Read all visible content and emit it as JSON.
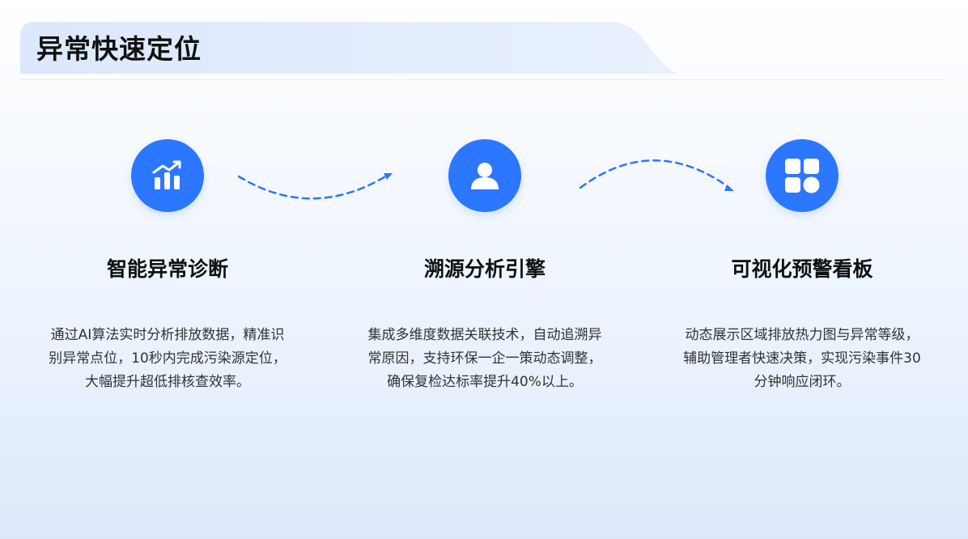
{
  "header": {
    "title": "异常快速定位"
  },
  "steps": [
    {
      "icon": "chart-trend-icon",
      "title": "智能异常诊断",
      "description": "通过AI算法实时分析排放数据，精准识别异常点位，10秒内完成污染源定位，大幅提升超低排核查效率。"
    },
    {
      "icon": "user-icon",
      "title": "溯源分析引擎",
      "description": "集成多维度数据关联技术，自动追溯异常原因，支持环保一企一策动态调整，确保复检达标率提升40%以上。"
    },
    {
      "icon": "apps-grid-icon",
      "title": "可视化预警看板",
      "description": "动态展示区域排放热力图与异常等级，辅助管理者快速决策，实现污染事件30分钟响应闭环。"
    }
  ],
  "colors": {
    "accent": "#2b77ff",
    "header_band": "#e3edfd",
    "title_text": "#111111",
    "body_text": "#333333"
  }
}
